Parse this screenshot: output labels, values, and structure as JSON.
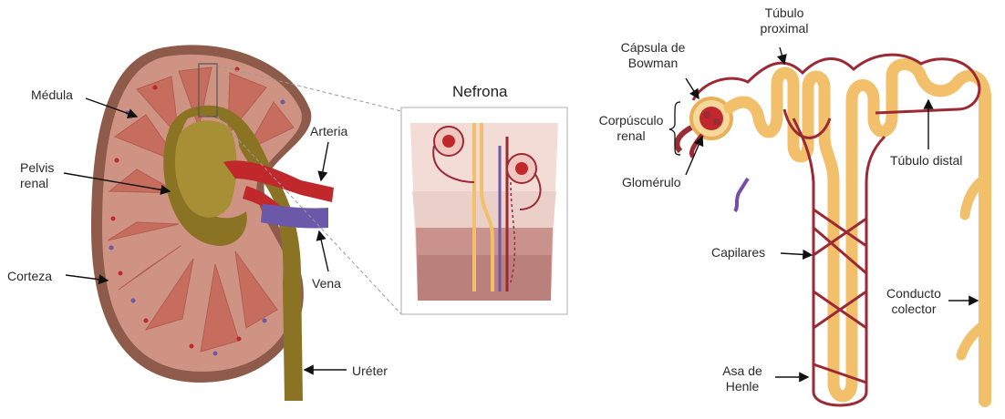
{
  "kidney": {
    "labels": {
      "medula": "Médula",
      "pelvis_line1": "Pelvis",
      "pelvis_line2": "renal",
      "corteza": "Corteza",
      "arteria": "Arteria",
      "vena": "Vena",
      "ureter": "Uréter"
    }
  },
  "inset": {
    "title": "Nefrona"
  },
  "nephron": {
    "labels": {
      "tubulo_proximal_line1": "Túbulo",
      "tubulo_proximal_line2": "proximal",
      "capsula_line1": "Cápsula de",
      "capsula_line2": "Bowman",
      "corpusculo_line1": "Corpúsculo",
      "corpusculo_line2": "renal",
      "glomerulo": "Glomérulo",
      "tubulo_distal": "Túbulo distal",
      "capilares": "Capilares",
      "conducto_line1": "Conducto",
      "conducto_line2": "colector",
      "asa_line1": "Asa de",
      "asa_line2": "Henle"
    }
  },
  "colors": {
    "cortex": "#c98a7a",
    "capsule": "#8e5a4a",
    "medulla": "#c76d5e",
    "pelvis": "#8a7424",
    "artery": "#c0282c",
    "vein": "#6b58a8",
    "tubule": "#f2bf6b",
    "capillary": "#9c2a35"
  }
}
